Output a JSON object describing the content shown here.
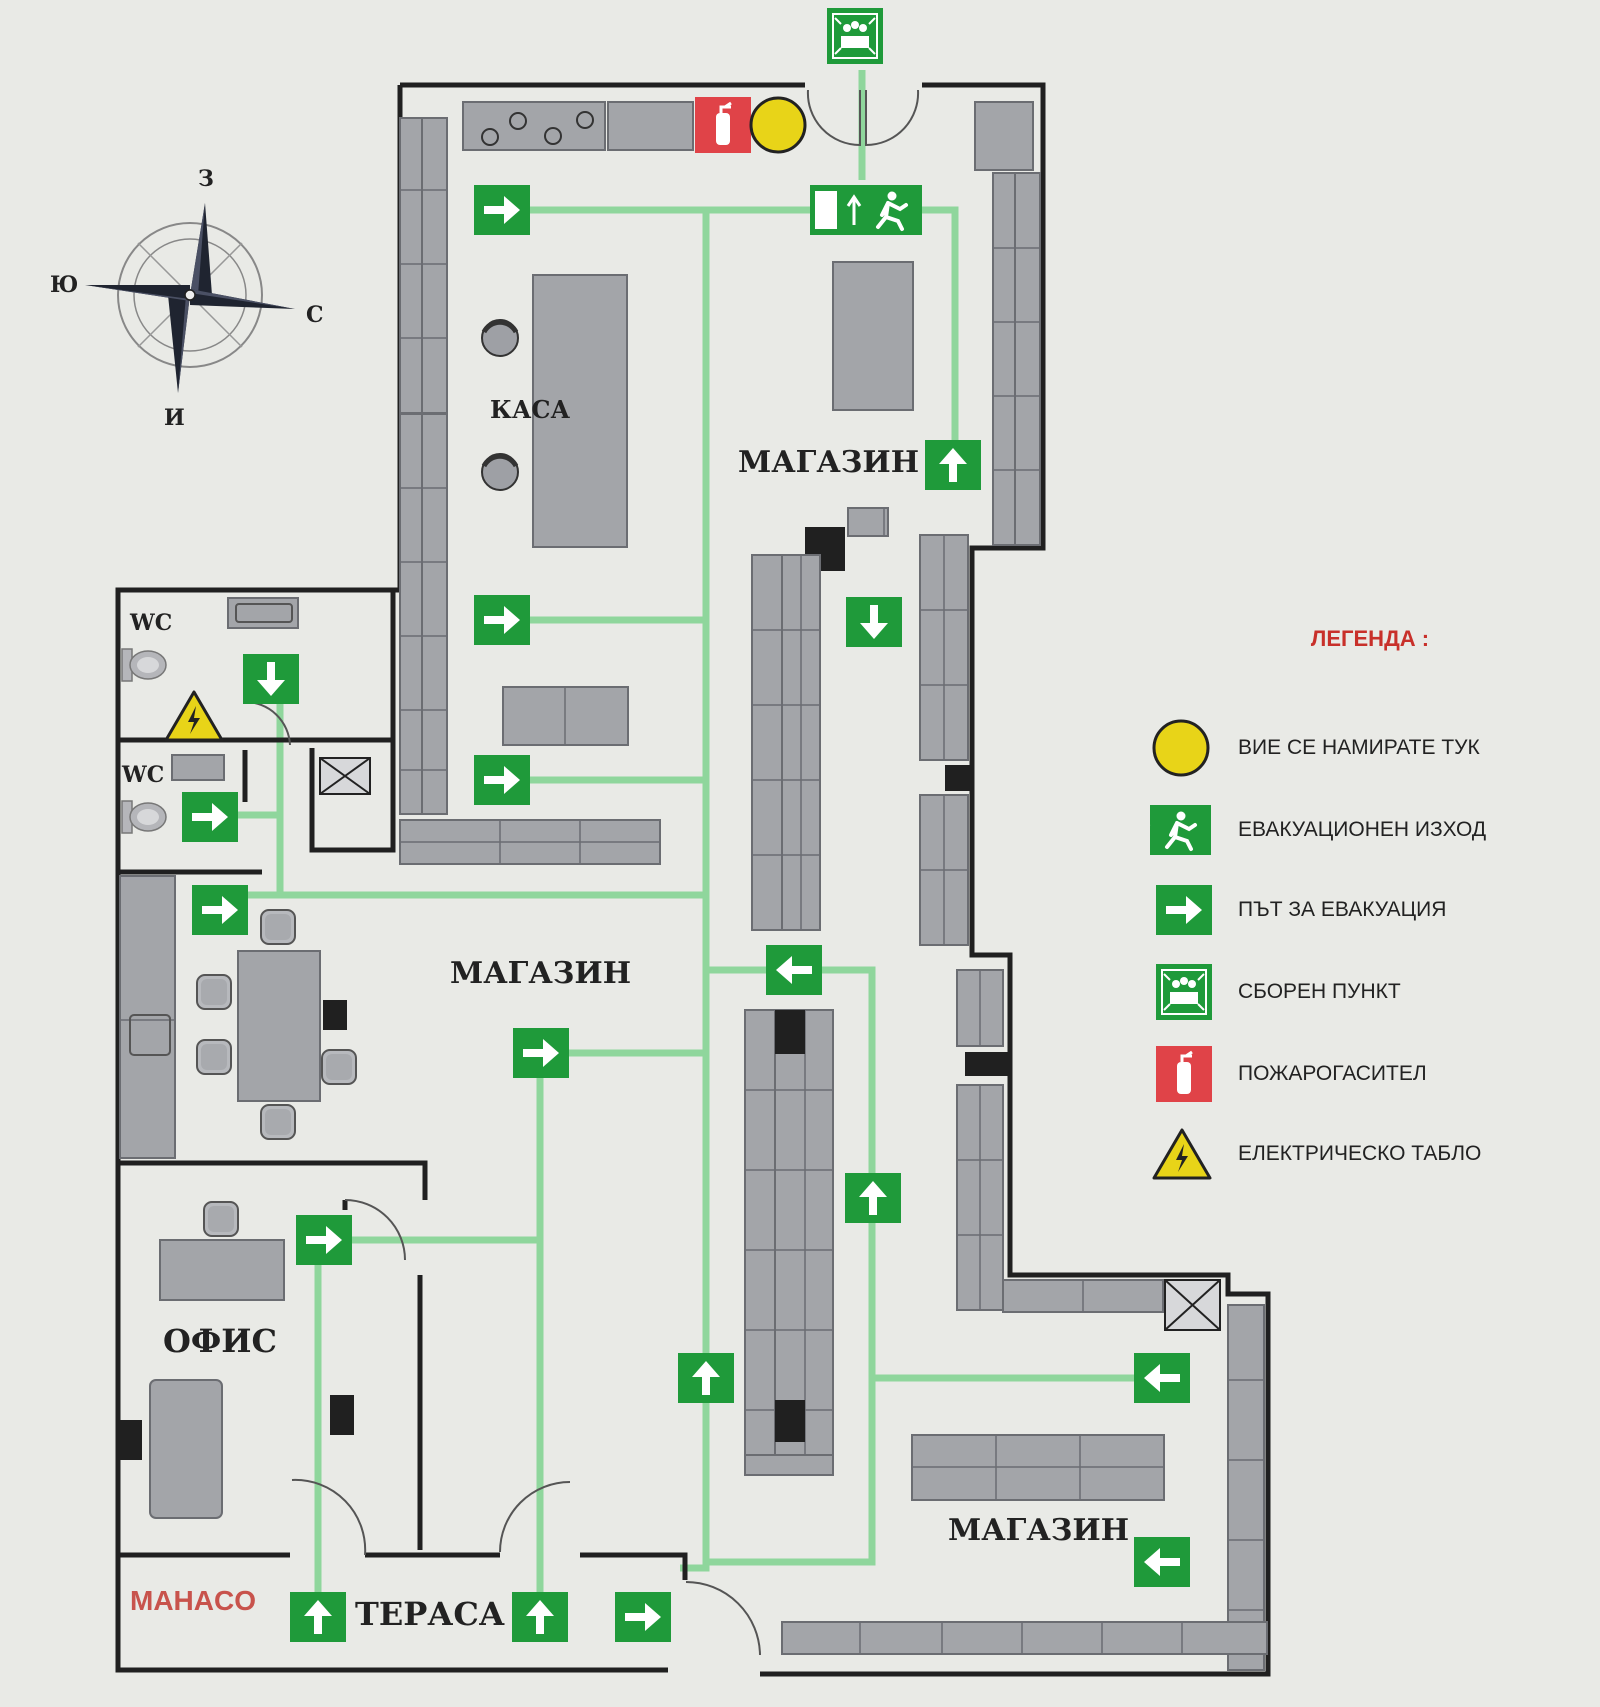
{
  "rooms": {
    "kasa": "КАСА",
    "magazin_1": "МАГАЗИН",
    "magazin_2": "МАГАЗИН",
    "magazin_3": "МАГАЗИН",
    "wc_1": "WC",
    "wc_2": "WC",
    "ofis": "ОФИС",
    "terasa": "ТЕРАСА"
  },
  "compass": {
    "north": "З",
    "south": "И",
    "west": "Ю",
    "east": "С"
  },
  "legend": {
    "title": "ЛЕГЕНДА :",
    "items": [
      {
        "icon": "you-are-here-icon",
        "label": "ВИЕ СЕ НАМИРАТЕ ТУК"
      },
      {
        "icon": "evacuation-exit-icon",
        "label": "ЕВАКУАЦИОНЕН ИЗХОД"
      },
      {
        "icon": "evacuation-route-arrow-icon",
        "label": "ПЪТ ЗА ЕВАКУАЦИЯ"
      },
      {
        "icon": "assembly-point-icon",
        "label": "СБОРЕН ПУНКТ"
      },
      {
        "icon": "fire-extinguisher-icon",
        "label": "ПОЖАРОГАСИТЕЛ"
      },
      {
        "icon": "electrical-panel-icon",
        "label": "ЕЛЕКТРИЧЕСКО ТАБЛО"
      }
    ]
  },
  "brand": "MAHACO",
  "colors": {
    "sign_green": "#1f9a3a",
    "route_green": "#8fd69c",
    "fixture_gray": "#a3a5a9",
    "wall": "#202020",
    "you_are_here": "#e8d418",
    "extinguisher_red": "#e04348",
    "legend_title": "#c8302a"
  }
}
